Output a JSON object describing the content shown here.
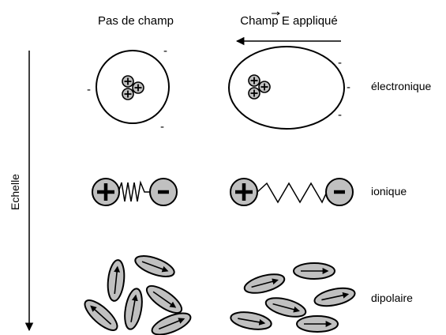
{
  "headers": {
    "no_field": "Pas de champ",
    "field_prefix": "Champ ",
    "field_symbol": "E",
    "field_suffix": " appliqué"
  },
  "axis_label": "Echelle",
  "rows": {
    "electronic": "électronique",
    "ionic": "ionique",
    "dipolar": "dipolaire"
  },
  "signs": {
    "minus": "-",
    "plus": "+"
  },
  "colors": {
    "ink": "#000000",
    "fill_grey": "#c0c0c0",
    "background": "#ffffff"
  }
}
